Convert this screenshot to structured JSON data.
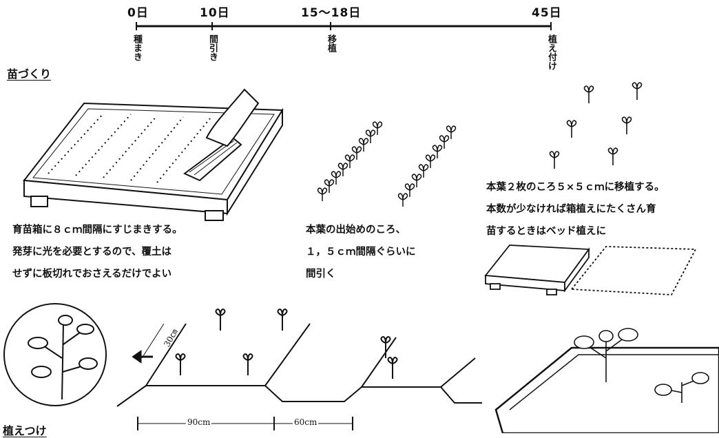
{
  "timeline": {
    "days": [
      {
        "label": "0日",
        "stage": "種まき"
      },
      {
        "label": "10日",
        "stage": "間引き"
      },
      {
        "label": "15～18日",
        "stage": "移植"
      },
      {
        "label": "45日",
        "stage": "植え付け"
      }
    ]
  },
  "sections": {
    "seedling_title": "苗づくり",
    "planting_title": "植えつけ"
  },
  "captions": {
    "sowing": [
      "育苗箱に８ｃｍ間隔にすじまきする。",
      "発芽に光を必要とするので、覆土は",
      "せずに板切れでおさえるだけでよい"
    ],
    "thinning": [
      "本葉の出始めのころ、",
      "１，５ｃｍ間隔ぐらいに",
      "間引く"
    ],
    "transplant": [
      "本葉２枚のころ５×５ｃｍに移植する。",
      "本数が少なければ箱植えにたくさん育",
      "苗するときはベッド植えに"
    ]
  },
  "dimensions": {
    "ridge_width": "90cm",
    "furrow_width": "60cm",
    "plant_spacing": "30",
    "plant_spacing_unit": "㎝"
  }
}
